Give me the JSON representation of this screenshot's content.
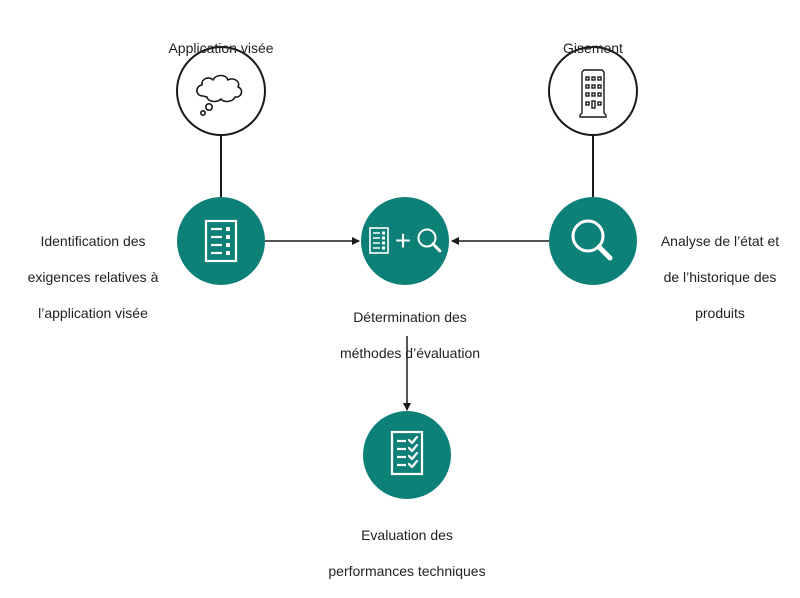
{
  "diagram": {
    "colors": {
      "teal": "#0d8078",
      "outline": "#1a1a1a",
      "line": "#1a1a1a",
      "icon_on_teal": "#ffffff",
      "text": "#222222"
    },
    "top_nodes": [
      {
        "id": "application",
        "title": "Application visée",
        "icon": "thought-cloud-icon"
      },
      {
        "id": "gisement",
        "title": "Gisement",
        "icon": "building-icon"
      }
    ],
    "steps": [
      {
        "id": "identification",
        "label_lines": [
          "Identification des",
          "exigences relatives à",
          "l’application visée"
        ],
        "icon": "checklist-icon"
      },
      {
        "id": "determination",
        "label_lines": [
          "Détermination des",
          "méthodes d’évaluation"
        ],
        "icon": "checklist-plus-magnifier-icon",
        "plus_symbol": "+"
      },
      {
        "id": "analyse",
        "label_lines": [
          "Analyse de l’état et",
          "de l’historique des",
          "produits"
        ],
        "icon": "magnifier-icon"
      },
      {
        "id": "evaluation",
        "label_lines": [
          "Evaluation des",
          "performances techniques"
        ],
        "icon": "checklist-checked-icon"
      }
    ],
    "connections": [
      {
        "from": "application",
        "to": "identification",
        "arrow": false
      },
      {
        "from": "gisement",
        "to": "analyse",
        "arrow": false
      },
      {
        "from": "identification",
        "to": "determination",
        "arrow": true
      },
      {
        "from": "analyse",
        "to": "determination",
        "arrow": true
      },
      {
        "from": "determination",
        "to": "evaluation",
        "arrow": true
      }
    ]
  }
}
